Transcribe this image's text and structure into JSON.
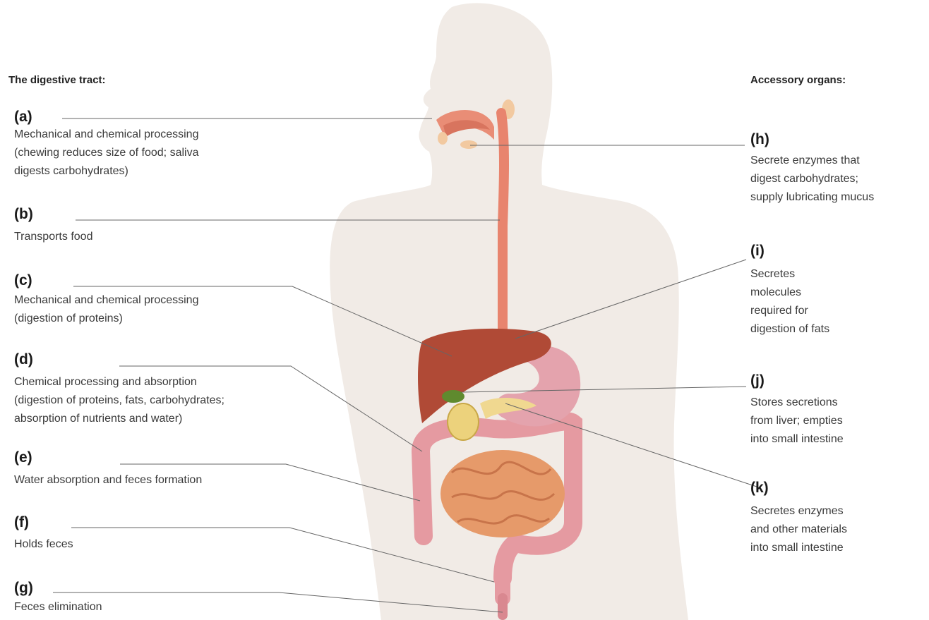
{
  "headings": {
    "left": "The digestive tract:",
    "right": "Accessory organs:"
  },
  "labels": {
    "a": {
      "letter": "(a)",
      "lines": [
        "Mechanical and chemical processing",
        "(chewing reduces size of food; saliva",
        "digests carbohydrates)"
      ]
    },
    "b": {
      "letter": "(b)",
      "lines": [
        "Transports food"
      ]
    },
    "c": {
      "letter": "(c)",
      "lines": [
        "Mechanical and chemical processing",
        "(digestion of proteins)"
      ]
    },
    "d": {
      "letter": "(d)",
      "lines": [
        "Chemical processing and absorption",
        "(digestion of proteins, fats, carbohydrates;",
        "absorption of nutrients and water)"
      ]
    },
    "e": {
      "letter": "(e)",
      "lines": [
        "Water absorption and feces formation"
      ]
    },
    "f": {
      "letter": "(f)",
      "lines": [
        "Holds feces"
      ]
    },
    "g": {
      "letter": "(g)",
      "lines": [
        "Feces elimination"
      ]
    },
    "h": {
      "letter": "(h)",
      "lines": [
        "Secrete enzymes that",
        "digest carbohydrates;",
        "supply lubricating mucus"
      ]
    },
    "i": {
      "letter": "(i)",
      "lines": [
        "Secretes",
        "molecules",
        "required for",
        "digestion of fats"
      ]
    },
    "j": {
      "letter": "(j)",
      "lines": [
        "Stores secretions",
        "from liver; empties",
        "into small intestine"
      ]
    },
    "k": {
      "letter": "(k)",
      "lines": [
        "Secretes enzymes",
        "and other materials",
        "into small intestine"
      ]
    }
  },
  "colors": {
    "body": "#f1ebe6",
    "liver": "#b04a36",
    "stomach": "#e4a3ad",
    "large_intestine": "#e59aa1",
    "small_intestine": "#e69a6a",
    "gallbladder": "#5f8a2e",
    "pancreas": "#f0d890",
    "esophagus": "#e8846e",
    "salivary_glands": "#f2c9a0",
    "leader_lines": "#666666"
  }
}
